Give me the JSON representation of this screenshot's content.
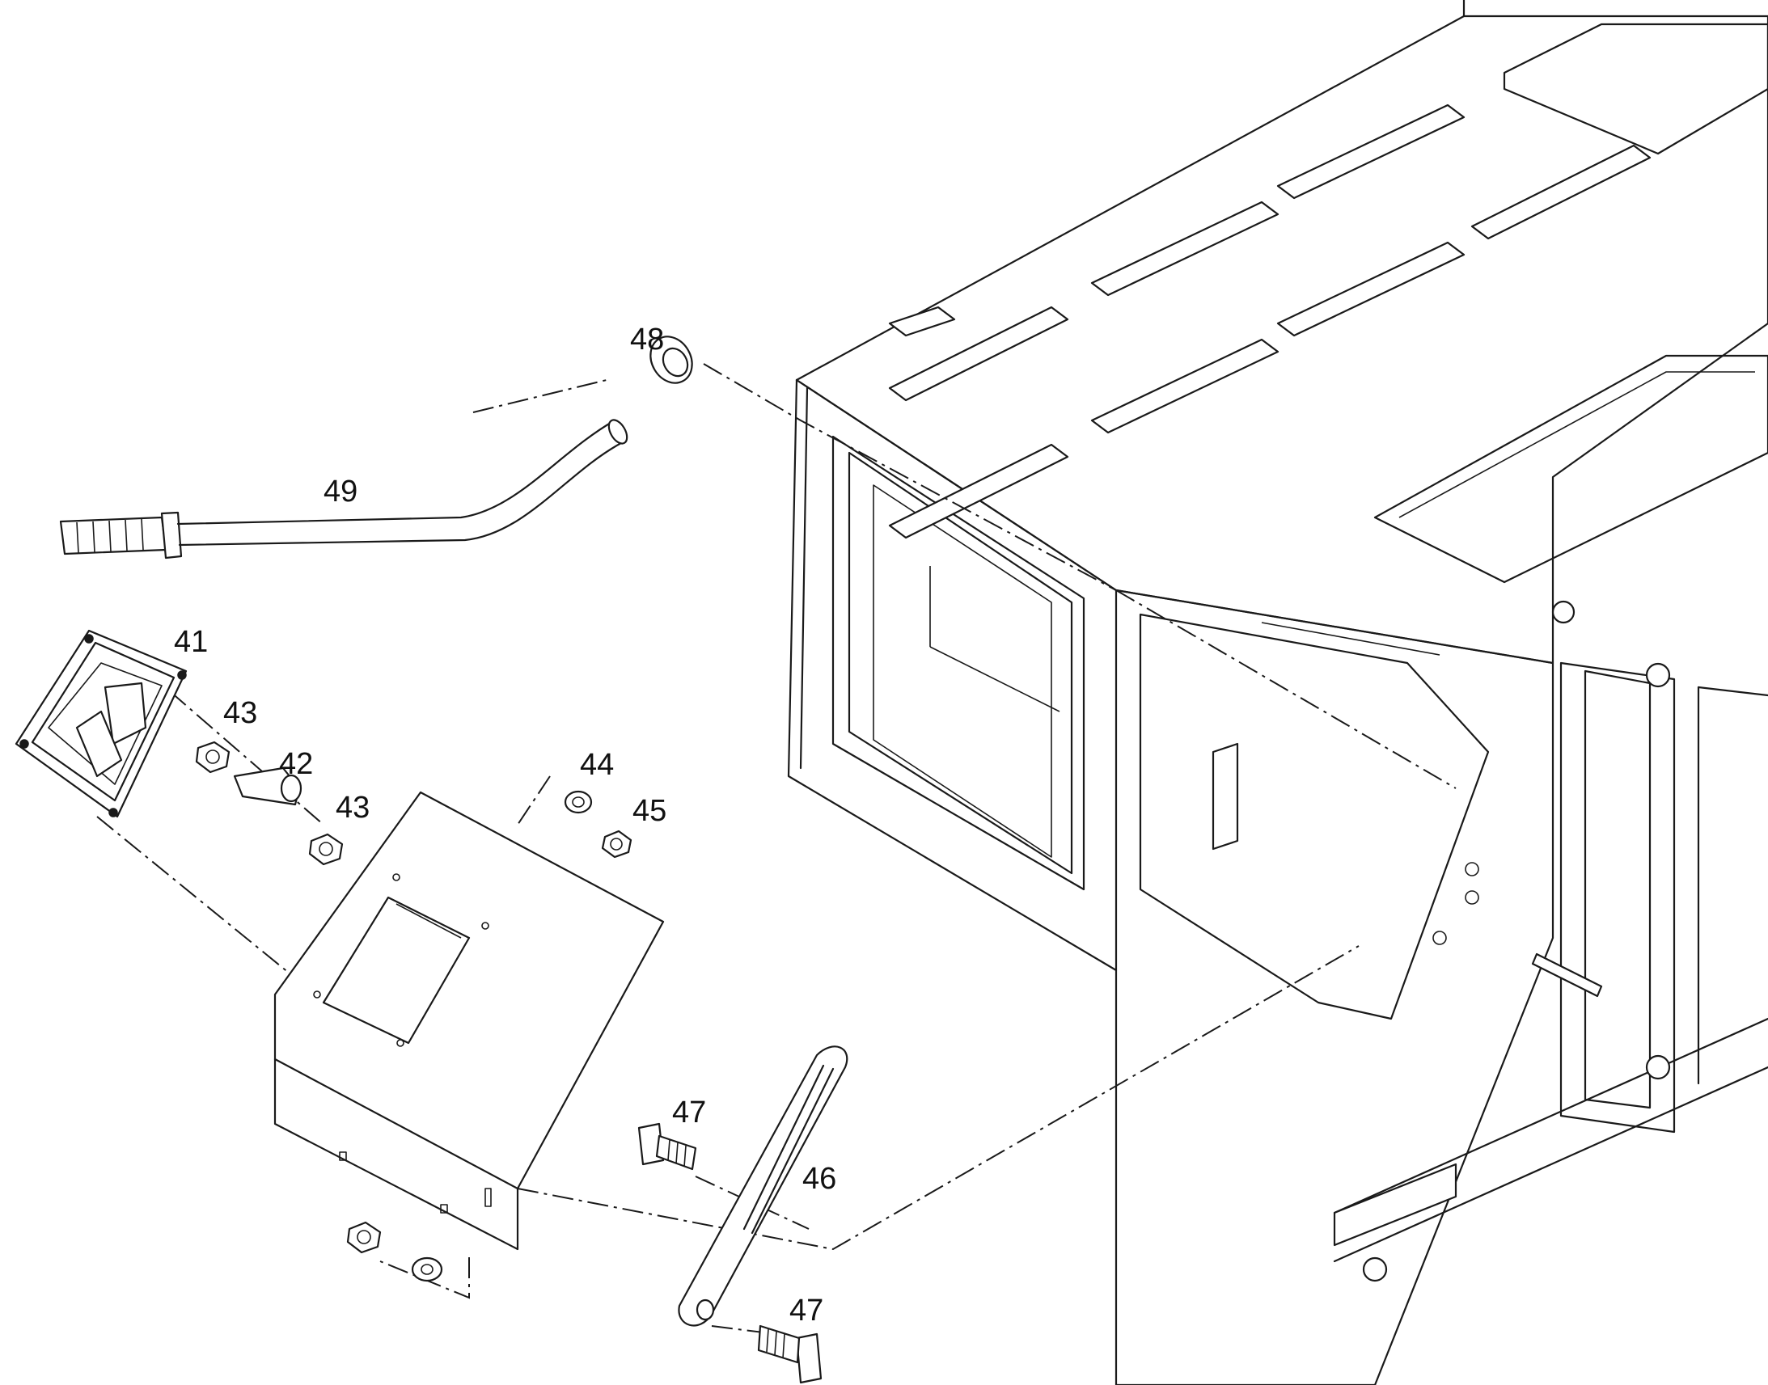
{
  "callouts": {
    "c41": "41",
    "c42": "42",
    "c43a": "43",
    "c43b": "43",
    "c44": "44",
    "c45": "45",
    "c46": "46",
    "c47a": "47",
    "c47b": "47",
    "c48": "48",
    "c49": "49"
  }
}
